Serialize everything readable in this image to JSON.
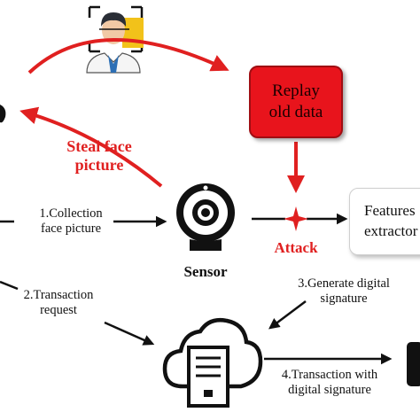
{
  "labels": {
    "steal_face": "Steal face\npicture",
    "replay": "Replay\nold data",
    "collection": "1.Collection\nface picture",
    "sensor": "Sensor",
    "attack": "Attack",
    "features": "Features\nextractor",
    "transaction_request": "2.Transaction\nrequest",
    "generate_signature": "3.Generate digital\nsignature",
    "transaction_with_signature": "4.Transaction with\ndigital signature"
  },
  "colors": {
    "attack_red": "#e02020",
    "replay_fill": "#e8141c",
    "arrow_black": "#111111"
  },
  "icons": [
    "face-scan-icon",
    "webcam-sensor-icon",
    "cloud-server-icon",
    "attack-star-icon"
  ]
}
